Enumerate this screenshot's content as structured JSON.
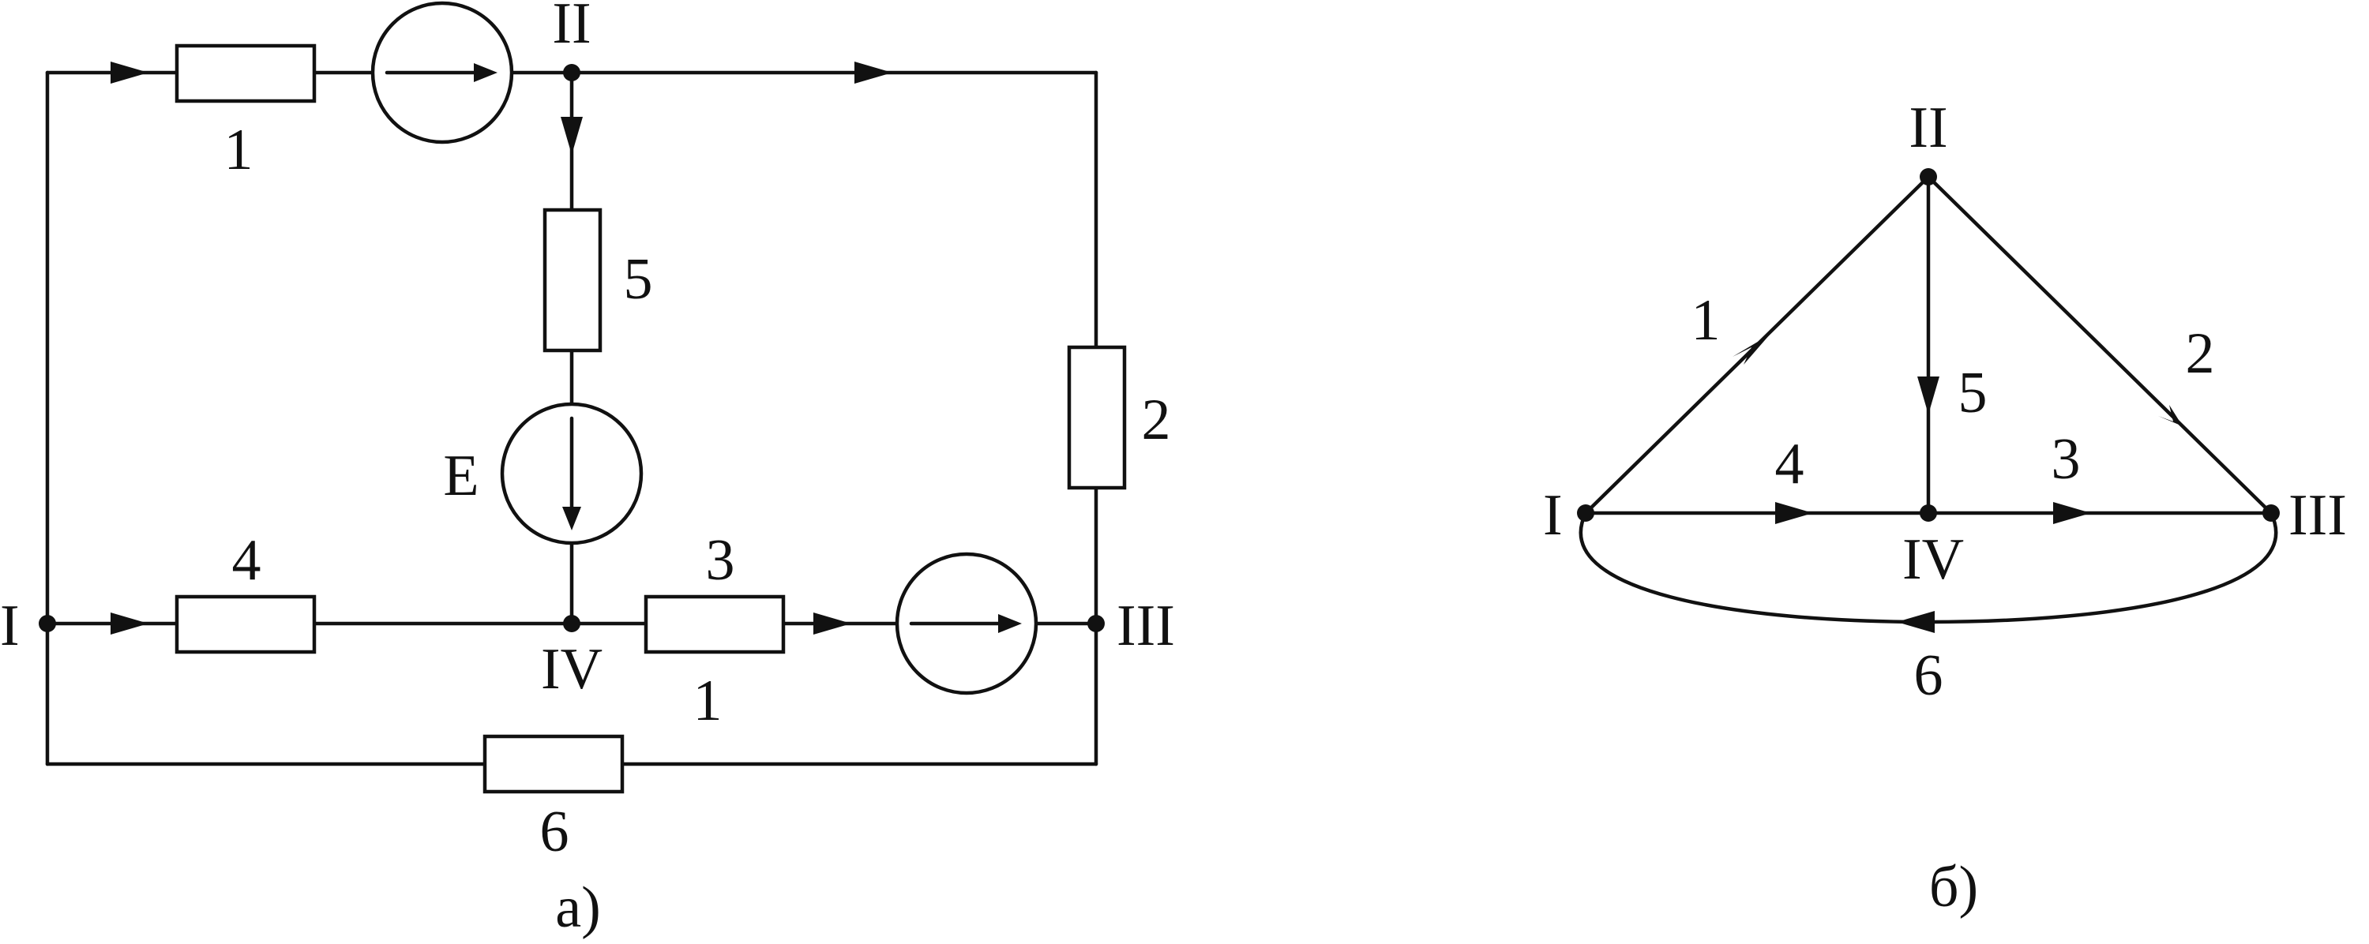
{
  "circuit": {
    "nodes": {
      "n1": "I",
      "n2": "II",
      "n3": "III",
      "n4": "IV"
    },
    "branches": {
      "b1": "1",
      "b2": "2",
      "b3": "3",
      "b4": "4",
      "b5": "5",
      "b6": "6"
    },
    "source_e_label": "E",
    "source_j_label": "1",
    "caption": "а)"
  },
  "graph": {
    "nodes": {
      "n1": "I",
      "n2": "II",
      "n3": "III",
      "n4": "IV"
    },
    "branches": {
      "b1": "1",
      "b2": "2",
      "b3": "3",
      "b4": "4",
      "b5": "5",
      "b6": "6"
    },
    "caption": "б)"
  }
}
